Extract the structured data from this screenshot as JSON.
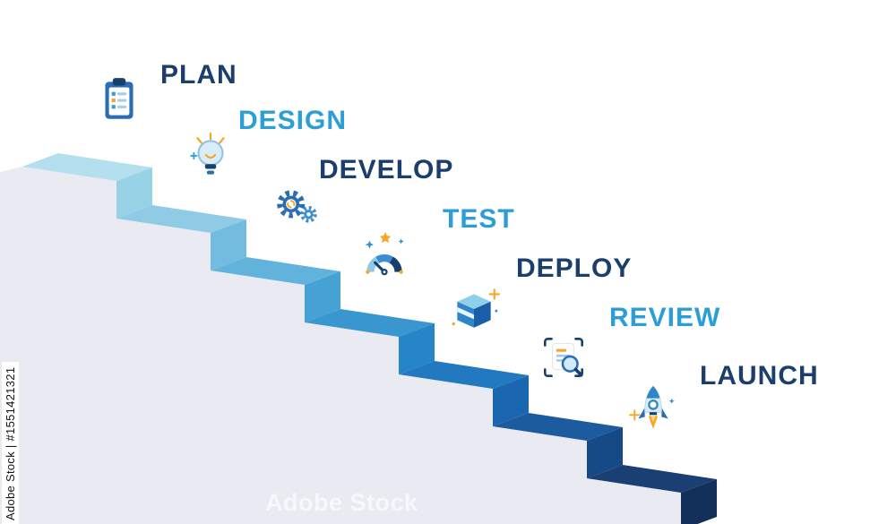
{
  "palette": {
    "navy_text": "#1b3e6d",
    "blue_text": "#2b9ed8",
    "accent_orange": "#f5a623",
    "wall_gray": "#e9eaf2"
  },
  "steps": [
    {
      "label": "PLAN",
      "icon": "clipboard-checklist-icon",
      "label_color": "#1b3e6d"
    },
    {
      "label": "DESIGN",
      "icon": "lightbulb-icon",
      "label_color": "#2b9ed8"
    },
    {
      "label": "DEVELOP",
      "icon": "gears-icon",
      "label_color": "#1b3e6d"
    },
    {
      "label": "TEST",
      "icon": "gauge-rating-icon",
      "label_color": "#2b9ed8"
    },
    {
      "label": "DEPLOY",
      "icon": "package-box-icon",
      "label_color": "#1b3e6d"
    },
    {
      "label": "REVIEW",
      "icon": "magnifier-document-icon",
      "label_color": "#2b9ed8"
    },
    {
      "label": "LAUNCH",
      "icon": "rocket-icon",
      "label_color": "#1b3e6d"
    }
  ],
  "staircase": {
    "wall_color": "#e9eaf2",
    "step_colors": [
      {
        "tread": "#b3dfee",
        "riser": "#98d2e7"
      },
      {
        "tread": "#8fcbe5",
        "riser": "#73bcdf"
      },
      {
        "tread": "#62b3dc",
        "riser": "#47a2d4"
      },
      {
        "tread": "#3996cf",
        "riser": "#2585c6"
      },
      {
        "tread": "#2379c0",
        "riser": "#1b67af"
      },
      {
        "tread": "#1c5b9e",
        "riser": "#164a87"
      },
      {
        "tread": "#1a3f72",
        "riser": "#13305a"
      }
    ]
  },
  "watermarks": {
    "left_vertical": "Adobe Stock | #1551421321",
    "bottom": "Adobe Stock"
  }
}
